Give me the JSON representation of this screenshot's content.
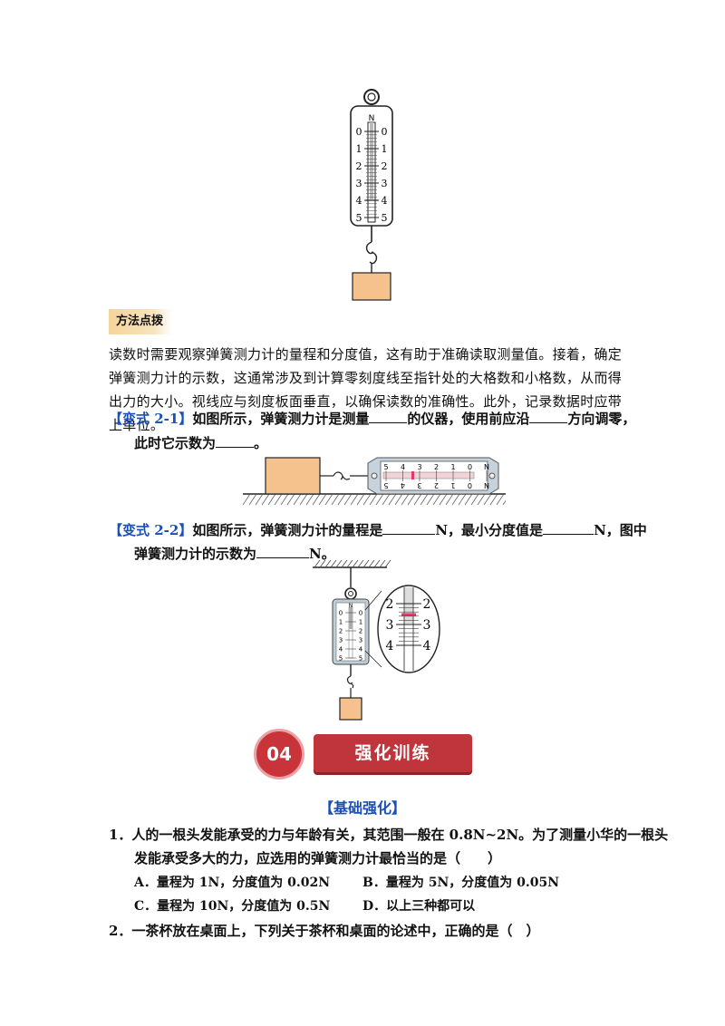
{
  "fig1": {
    "unit_left": "N",
    "ticks": [
      "0",
      "1",
      "2",
      "3",
      "4",
      "5"
    ]
  },
  "method_tag": "方法点拨",
  "method_text": "读数时需要观察弹簧测力计的量程和分度值，这有助于准确读取测量值。接着，确定弹簧测力计的示数，这通常涉及到计算零刻度线至指针处的大格数和小格数，从而得出力的大小。视线应与刻度板面垂直，以确保读数的准确性。此外，记录数据时应带上单位。",
  "v1": {
    "tag": "【变式 2-1】",
    "line1_a": "如图所示，弹簧测力计是测量",
    "line1_b": "的仪器，使用前应沿",
    "line1_c": "方向调零，",
    "line2_a": "此时它示数为",
    "line2_b": "。",
    "scale_ticks": [
      "5",
      "4",
      "3",
      "2",
      "1",
      "0",
      "N"
    ]
  },
  "v2": {
    "tag": "【变式 2-2】",
    "line1_a": "如图所示，弹簧测力计的量程是",
    "line1_b": "N，最小分度值是",
    "line1_c": "N，图中",
    "line2_a": "弹簧测力计的示数为",
    "line2_b": "N。",
    "scale_ticks": [
      "0",
      "1",
      "2",
      "3",
      "4",
      "5"
    ],
    "unit": "N",
    "zoom_ticks": [
      "2",
      "3",
      "4"
    ]
  },
  "section": {
    "number": "04",
    "title": "强化训练"
  },
  "subheading": "【基础强化】",
  "q1": {
    "line1": "1．人的一根头发能承受的力与年龄有关，其范围一般在 0.8N~2N。为了测量小华的一根头",
    "line2": "发能承受多大的力，应选用的弹簧测力计最恰当的是（　　）",
    "options": [
      "A．量程为 1N，分度值为 0.02N",
      "B．量程为 5N，分度值为 0.05N",
      "C．量程为 10N，分度值为 0.5N",
      "D．以上三种都可以"
    ]
  },
  "q2": {
    "line1": "2．一茶杯放在桌面上，下列关于茶杯和桌面的论述中，正确的是（　）"
  },
  "colors": {
    "block": "#f5c28e",
    "accent_blue": "#1a4fb8",
    "section_red": "#c0353b",
    "pointer_red": "#e03a6a"
  }
}
